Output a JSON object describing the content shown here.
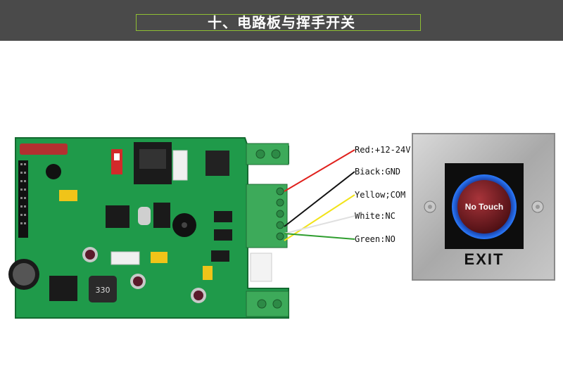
{
  "header": {
    "title": "十、电路板与挥手开关"
  },
  "wiring": {
    "labels": [
      "Red:+12-24V",
      "Biack:GND",
      "Yellow;COM",
      "White:NC",
      "Green:NO"
    ],
    "colors": {
      "red": "#e0201c",
      "black": "#111111",
      "yellow": "#f2e31a",
      "white": "#e8e8e8",
      "green": "#2f9e2f"
    }
  },
  "exit_button": {
    "button_text": "No Touch",
    "exit_text": "EXIT"
  },
  "pcb": {
    "inductor_text": "330",
    "colors": {
      "board": "#1f9a4a",
      "terminal": "#3daa5a"
    }
  }
}
